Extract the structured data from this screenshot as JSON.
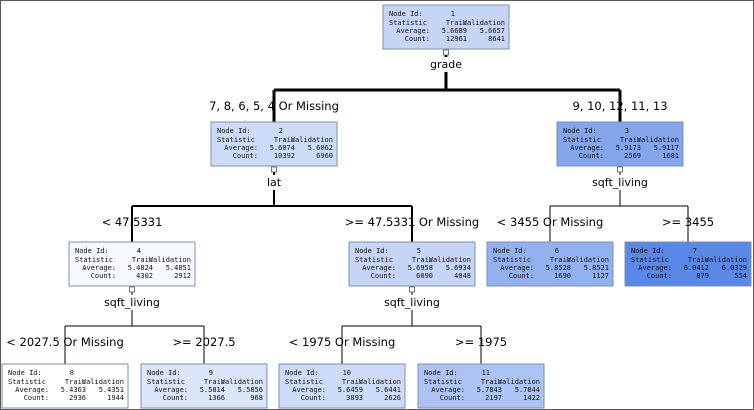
{
  "tree": {
    "stat_header": "Statistic",
    "node_id_label": "Node Id:",
    "columns": [
      "Train",
      "Validation"
    ],
    "row_labels": [
      "Average:",
      "Count:"
    ],
    "colors": {
      "edge": "#000000",
      "border": "#7f8fa8",
      "scale_light": "#ffffff",
      "scale_dark": "#5b87e6"
    },
    "nodes": [
      {
        "id": "1",
        "train_avg": "5.6689",
        "valid_avg": "5.6657",
        "train_count": "12961",
        "valid_count": "8641",
        "shade": 0.35
      },
      {
        "id": "2",
        "train_avg": "5.6074",
        "valid_avg": "5.6062",
        "train_count": "10392",
        "valid_count": "6960",
        "shade": 0.3
      },
      {
        "id": "3",
        "train_avg": "5.9173",
        "valid_avg": "5.9117",
        "train_count": "2569",
        "valid_count": "1681",
        "shade": 0.75
      },
      {
        "id": "4",
        "train_avg": "5.4824",
        "valid_avg": "5.4851",
        "train_count": "4302",
        "valid_count": "2912",
        "shade": 0.05
      },
      {
        "id": "5",
        "train_avg": "5.6958",
        "valid_avg": "5.6934",
        "train_count": "6090",
        "valid_count": "4048",
        "shade": 0.35
      },
      {
        "id": "6",
        "train_avg": "5.8528",
        "valid_avg": "5.8521",
        "train_count": "1690",
        "valid_count": "1127",
        "shade": 0.65
      },
      {
        "id": "7",
        "train_avg": "6.0412",
        "valid_avg": "6.0329",
        "train_count": "879",
        "valid_count": "554",
        "shade": 1.0
      },
      {
        "id": "8",
        "train_avg": "5.4363",
        "valid_avg": "5.4351",
        "train_count": "2936",
        "valid_count": "1944",
        "shade": 0.0
      },
      {
        "id": "9",
        "train_avg": "5.5814",
        "valid_avg": "5.5856",
        "train_count": "1366",
        "valid_count": "968",
        "shade": 0.22
      },
      {
        "id": "10",
        "train_avg": "5.6459",
        "valid_avg": "5.6441",
        "train_count": "3893",
        "valid_count": "2626",
        "shade": 0.3
      },
      {
        "id": "11",
        "train_avg": "5.7843",
        "valid_avg": "5.7844",
        "train_count": "2197",
        "valid_count": "1422",
        "shade": 0.5
      }
    ],
    "splits": [
      {
        "node": "1",
        "variable": "grade"
      },
      {
        "node": "2",
        "variable": "lat"
      },
      {
        "node": "3",
        "variable": "sqft_living"
      },
      {
        "node": "4",
        "variable": "sqft_living"
      },
      {
        "node": "5",
        "variable": "sqft_living"
      }
    ],
    "branches": [
      {
        "from": "1",
        "to": "2",
        "label": "7, 8, 6, 5, 4 Or Missing"
      },
      {
        "from": "1",
        "to": "3",
        "label": "9, 10, 12, 11, 13"
      },
      {
        "from": "2",
        "to": "4",
        "label": "< 47.5331"
      },
      {
        "from": "2",
        "to": "5",
        "label": ">= 47.5331 Or Missing"
      },
      {
        "from": "3",
        "to": "6",
        "label": "< 3455 Or Missing"
      },
      {
        "from": "3",
        "to": "7",
        "label": ">= 3455"
      },
      {
        "from": "4",
        "to": "8",
        "label": "< 2027.5 Or Missing"
      },
      {
        "from": "4",
        "to": "9",
        "label": ">= 2027.5"
      },
      {
        "from": "5",
        "to": "10",
        "label": "< 1975 Or Missing"
      },
      {
        "from": "5",
        "to": "11",
        "label": ">= 1975"
      }
    ]
  }
}
